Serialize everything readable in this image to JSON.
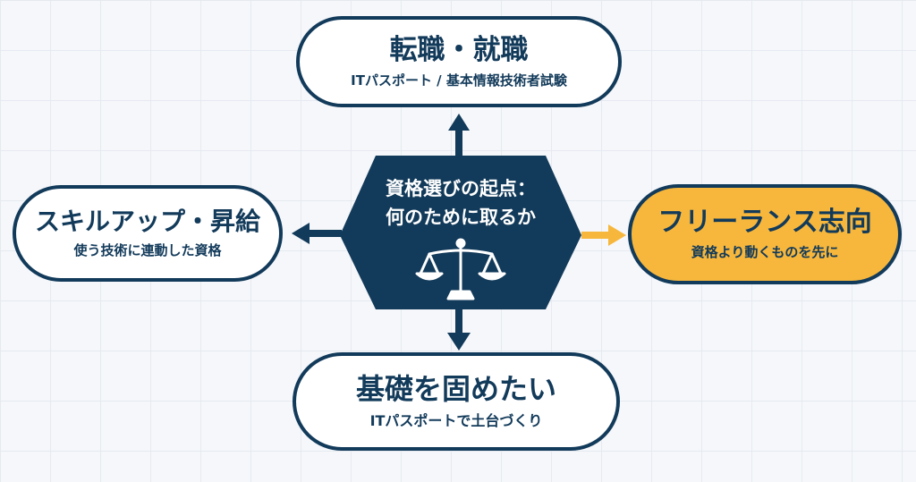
{
  "center": {
    "line1": "資格選びの起点：",
    "line2": "何のために取るか",
    "icon": "scales-icon"
  },
  "nodes": {
    "top": {
      "title": "転職・就職",
      "subtitle": "ITパスポート / 基本情報技術者試験"
    },
    "left": {
      "title": "スキルアップ・昇給",
      "subtitle": "使う技術に連動した資格"
    },
    "right": {
      "title": "フリーランス志向",
      "subtitle": "資格より動くものを先に"
    },
    "bottom": {
      "title": "基礎を固めたい",
      "subtitle": "ITパスポートで土台づくり"
    }
  },
  "colors": {
    "navy": "#123a5a",
    "accent": "#f7b73c",
    "background": "#f5f7fa"
  }
}
